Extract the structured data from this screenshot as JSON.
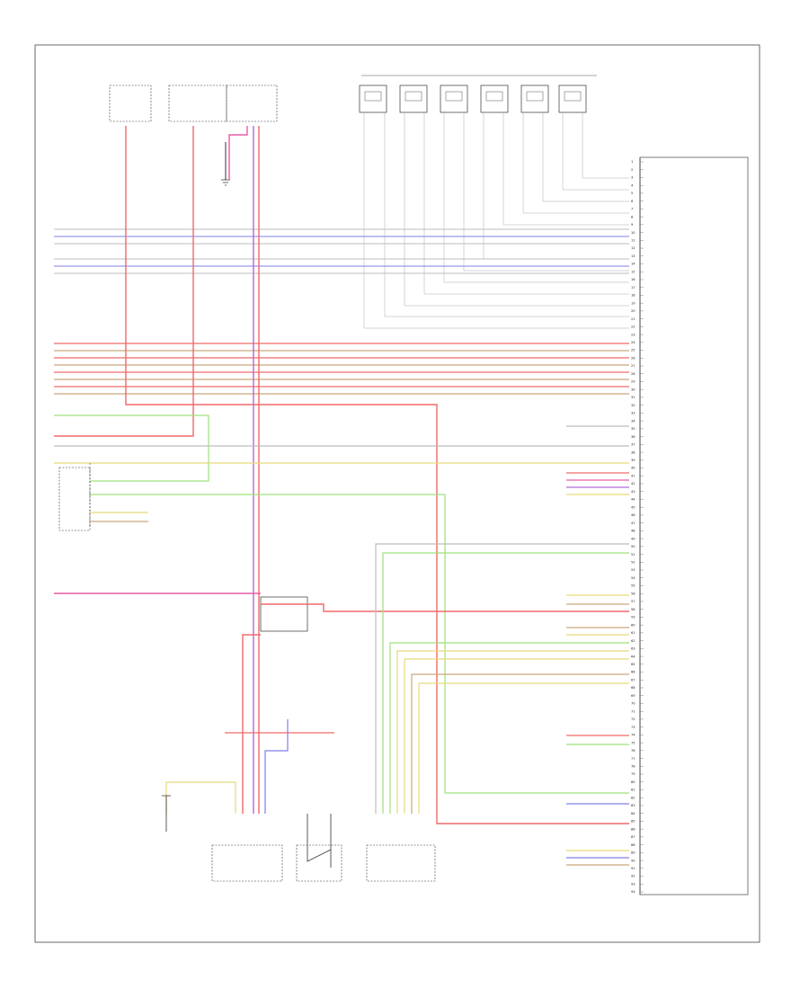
{
  "footer": {
    "code": ""
  },
  "labels": {
    "fuse_box_1": "",
    "fuse_box_2": "",
    "fuse_box_3": "",
    "injectors_header": "",
    "ecm_title": "",
    "pressure_sensor_left": "",
    "ground_left": "",
    "intake_manifold": "",
    "throttle_actuator": "",
    "pedal_sensor": "",
    "accelerator_pedal": "",
    "cam_sensor": "",
    "relay_box": ""
  },
  "ecm_pins": [
    "1",
    "2",
    "3",
    "4",
    "5",
    "6",
    "7",
    "8",
    "9",
    "10",
    "11",
    "12",
    "13",
    "14",
    "15",
    "16",
    "17",
    "18",
    "19",
    "20",
    "21",
    "22",
    "23",
    "24",
    "25",
    "26",
    "27",
    "28",
    "29",
    "30",
    "31",
    "32",
    "33",
    "34",
    "35",
    "36",
    "37",
    "38",
    "39",
    "40",
    "41",
    "42",
    "43",
    "44",
    "45",
    "46",
    "47",
    "48",
    "49",
    "50",
    "51",
    "52",
    "53",
    "54",
    "55",
    "56",
    "57",
    "58",
    "59",
    "60",
    "61",
    "62",
    "63",
    "64",
    "65",
    "66",
    "67",
    "68",
    "69",
    "70",
    "71",
    "72",
    "73",
    "74",
    "75",
    "76",
    "77",
    "78",
    "79",
    "80",
    "81",
    "82",
    "83",
    "84",
    "85",
    "86",
    "87",
    "88",
    "89",
    "90",
    "91",
    "92",
    "93",
    "94"
  ],
  "colors": {
    "red": "#f06a6a",
    "blue": "#7f7fe6",
    "green": "#9fe07f",
    "yellow": "#e6d97a",
    "brown": "#caa67a",
    "violet": "#b06ad9",
    "pink": "#e65fa6",
    "grey": "#bdbdbd",
    "black": "#333333"
  }
}
